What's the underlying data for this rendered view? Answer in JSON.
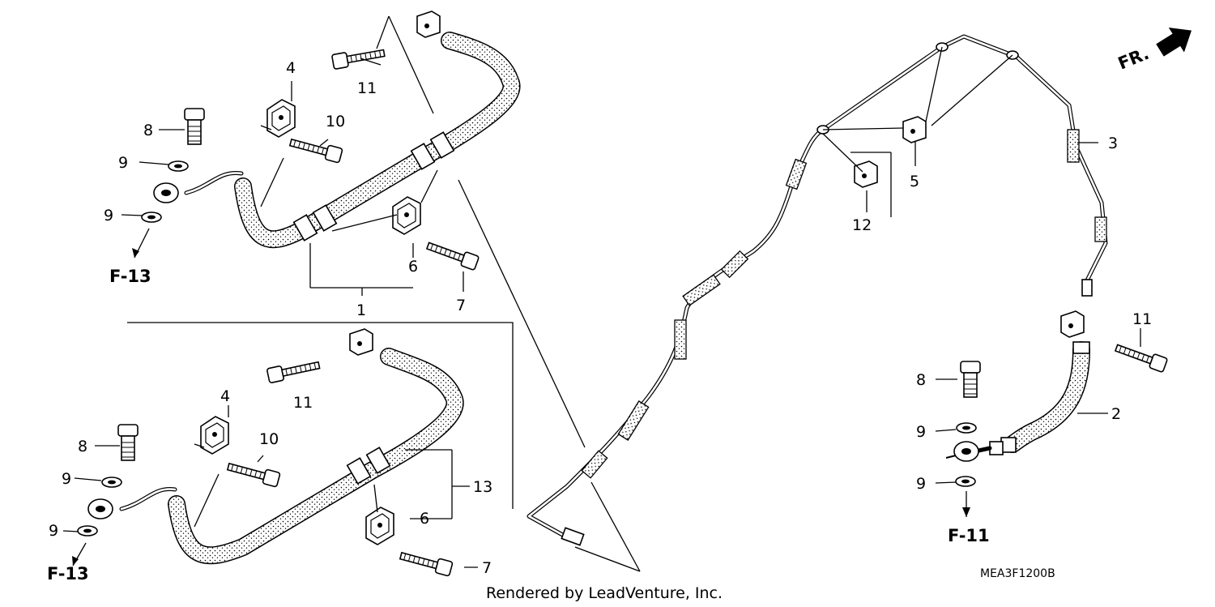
{
  "labels": {
    "hose_assy_upper": "1",
    "hose_front": "2",
    "pipe": "3",
    "clamp_upper": "4",
    "clamp_pipe": "5",
    "clamp_upper_lower": "6",
    "bolt_upper": "7",
    "bolt_oil_upper": "8",
    "washer_upper_a": "9",
    "washer_upper_b": "9",
    "bolt_clamp_upper": "10",
    "bolt_joint_upper": "11",
    "clamp_pipe_b": "12",
    "hose_assy_lower": "13",
    "clamp_lower": "4",
    "bolt_clamp_lower": "10",
    "bolt_joint_lower": "11",
    "bolt_oil_lower": "8",
    "washer_lower_a": "9",
    "washer_lower_b": "9",
    "clamp_lower_lower": "6",
    "bolt_lower": "7",
    "bolt_oil_right": "8",
    "washer_right_a": "9",
    "washer_right_b": "9",
    "bolt_joint_right": "11"
  },
  "refs": {
    "upper": "F-13",
    "lower": "F-13",
    "right": "F-11"
  },
  "front_indicator": "FR.",
  "diagram_code": "MEA3F1200B",
  "credit": "Rendered by LeadVenture, Inc.",
  "colors": {
    "ink": "#000000",
    "paper": "#ffffff"
  },
  "icons": [
    "front-direction-arrow-icon",
    "down-arrow-icon"
  ]
}
